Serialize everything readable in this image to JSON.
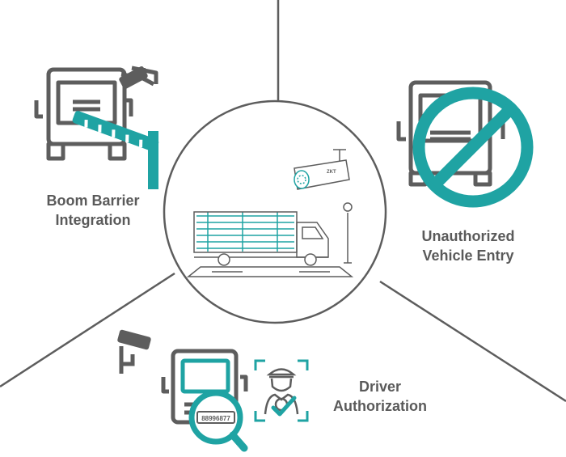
{
  "colors": {
    "stroke": "#5d5d5d",
    "accent": "#1fa3a3",
    "text": "#5a5a5a",
    "background": "#ffffff"
  },
  "center": {
    "icon": "weighbridge-truck-icon",
    "camera_brand": "ZKT"
  },
  "features": [
    {
      "icon": "boom-barrier-truck-icon",
      "line1": "Boom Barrier",
      "line2": "Integration"
    },
    {
      "icon": "no-entry-truck-icon",
      "line1": "Unauthorized",
      "line2": "Vehicle Entry"
    },
    {
      "icon": "driver-authorization-icon",
      "line1": "Driver",
      "line2": "Authorization",
      "plate_text": "88996877"
    }
  ]
}
